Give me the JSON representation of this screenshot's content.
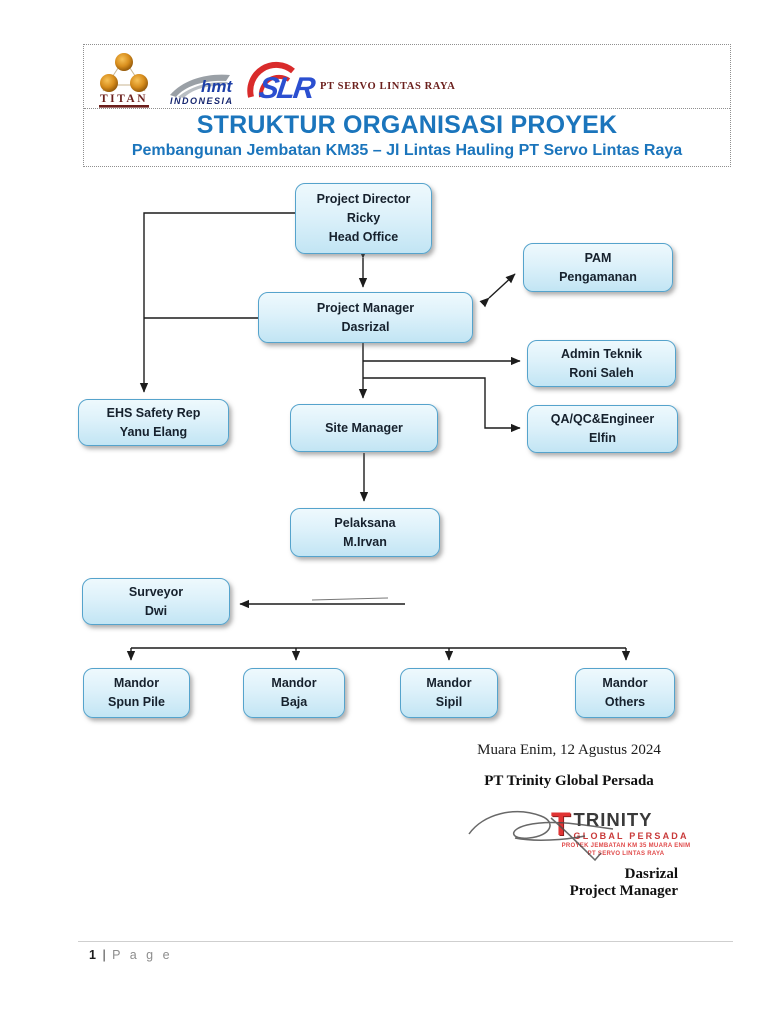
{
  "header": {
    "logos": {
      "titan": {
        "name": "TITAN"
      },
      "hmt": {
        "brand": "hmt",
        "country": "INDONESIA"
      },
      "slr": {
        "monogram": "SLR"
      },
      "company": "PT SERVO LINTAS RAYA"
    },
    "title": "STRUKTUR ORGANISASI PROYEK",
    "subtitle": "Pembangunan Jembatan KM35 – Jl Lintas Hauling PT Servo Lintas Raya"
  },
  "org_chart": {
    "nodes": {
      "project_director": {
        "line1": "Project Director",
        "line2": "Ricky",
        "line3": "Head Office"
      },
      "pam": {
        "line1": "PAM",
        "line2": "Pengamanan"
      },
      "project_manager": {
        "line1": "Project Manager",
        "line2": "Dasrizal"
      },
      "admin_teknik": {
        "line1": "Admin Teknik",
        "line2": "Roni Saleh"
      },
      "ehs": {
        "line1": "EHS Safety Rep",
        "line2": "Yanu Elang"
      },
      "site_manager": {
        "line1": "Site Manager"
      },
      "qaqc": {
        "line1": "QA/QC&Engineer",
        "line2": "Elfin"
      },
      "pelaksana": {
        "line1": "Pelaksana",
        "line2": "M.Irvan"
      },
      "surveyor": {
        "line1": "Surveyor",
        "line2": "Dwi"
      },
      "mandor_spun_pile": {
        "line1": "Mandor",
        "line2": "Spun Pile"
      },
      "mandor_baja": {
        "line1": "Mandor",
        "line2": "Baja"
      },
      "mandor_sipil": {
        "line1": "Mandor",
        "line2": "Sipil"
      },
      "mandor_others": {
        "line1": "Mandor",
        "line2": "Others"
      }
    },
    "edges": [
      {
        "from": "project_director",
        "to": "project_manager",
        "style": "double-arrow"
      },
      {
        "from": "project_manager",
        "to": "pam",
        "style": "double-arrow"
      },
      {
        "from": "project_director",
        "to": "ehs",
        "style": "arrow"
      },
      {
        "from": "project_manager",
        "to": "admin_teknik",
        "style": "arrow"
      },
      {
        "from": "project_manager",
        "to": "qaqc",
        "style": "arrow"
      },
      {
        "from": "project_manager",
        "to": "site_manager",
        "style": "arrow"
      },
      {
        "from": "site_manager",
        "to": "pelaksana",
        "style": "arrow"
      },
      {
        "from": "pelaksana",
        "to": "surveyor",
        "style": "arrow"
      },
      {
        "from": "pelaksana",
        "to": "mandor_spun_pile",
        "style": "arrow"
      },
      {
        "from": "pelaksana",
        "to": "mandor_baja",
        "style": "arrow"
      },
      {
        "from": "pelaksana",
        "to": "mandor_sipil",
        "style": "arrow"
      },
      {
        "from": "pelaksana",
        "to": "mandor_others",
        "style": "arrow"
      }
    ]
  },
  "signature": {
    "place_date": "Muara Enim, 12 Agustus 2024",
    "company": "PT Trinity Global Persada",
    "stamp": {
      "monogram": "T",
      "brand": "TRINITY",
      "brand_sub": "GLOBAL PERSADA",
      "note_line1": "PROYEK JEMBATAN KM 35 MUARA ENIM",
      "note_line2": "PT SERVO LINTAS RAYA"
    },
    "signer_name": "Dasrizal",
    "signer_title": "Project Manager"
  },
  "footer": {
    "page_number": "1",
    "separator": "|",
    "page_label": "P a g e"
  },
  "colors": {
    "title_blue": "#1B75BC",
    "node_border": "#55A3CC",
    "node_fill_light": "#EEF9FD",
    "node_fill_dark": "#C2E5F4",
    "stamp_red": "#E03434",
    "titan_maroon": "#6B1F1C",
    "slr_red": "#D92B2B",
    "slr_blue": "#2B4FD0",
    "hmt_blue": "#1D3FA8"
  }
}
